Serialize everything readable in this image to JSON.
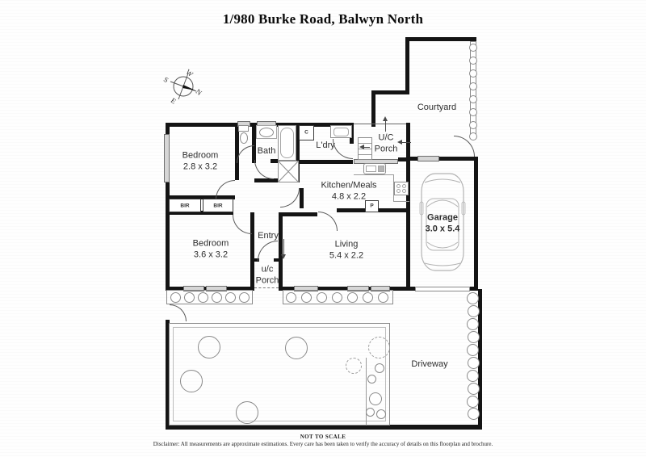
{
  "title": "1/980 Burke Road, Balwyn North",
  "compass": {
    "n": "N",
    "s": "S",
    "e": "E",
    "w": "W"
  },
  "rooms": {
    "bedroom1": {
      "name": "Bedroom",
      "dims": "2.8 x 3.2"
    },
    "bedroom2": {
      "name": "Bedroom",
      "dims": "3.6 x 3.2"
    },
    "bath": {
      "name": "Bath"
    },
    "laundry": {
      "name": "L'dry"
    },
    "uc_porch_top": {
      "line1": "U/C",
      "line2": "Porch"
    },
    "uc_porch_bottom": {
      "line1": "u/c",
      "line2": "Porch"
    },
    "courtyard": {
      "name": "Courtyard"
    },
    "kitchen": {
      "name": "Kitchen/Meals",
      "dims": "4.8 x 2.2"
    },
    "living": {
      "name": "Living",
      "dims": "5.4 x 2.2"
    },
    "garage": {
      "name": "Garage",
      "dims": "3.0 x 5.4"
    },
    "entry": {
      "name": "Entry"
    },
    "driveway": {
      "name": "Driveway"
    }
  },
  "closets": {
    "bir1": "BIR",
    "bir2": "BIR",
    "cupboard": "C",
    "pantry": "P"
  },
  "footer": {
    "scale_note": "NOT TO SCALE",
    "disclaimer": "Disclaimer: All measurements are approximate estimations. Every care has been taken to verify the accuracy of details on this floorplan and brochure."
  },
  "colors": {
    "wall": "#141414",
    "window_fill": "#d6d6d6",
    "fixture_line": "#8d8d8d",
    "text": "#2d2d2d"
  }
}
